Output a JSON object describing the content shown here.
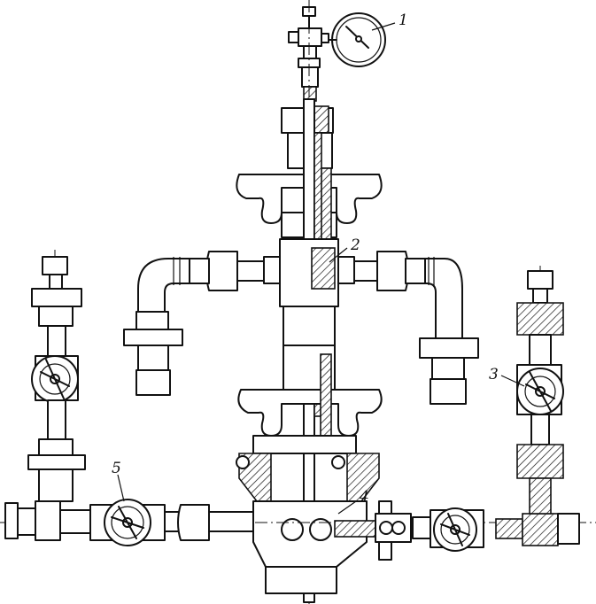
{
  "callouts": {
    "c1": "1",
    "c2": "2",
    "c3": "3",
    "c4": "4",
    "c5": "5"
  },
  "colors": {
    "ink": "#111111",
    "paper": "#ffffff"
  }
}
